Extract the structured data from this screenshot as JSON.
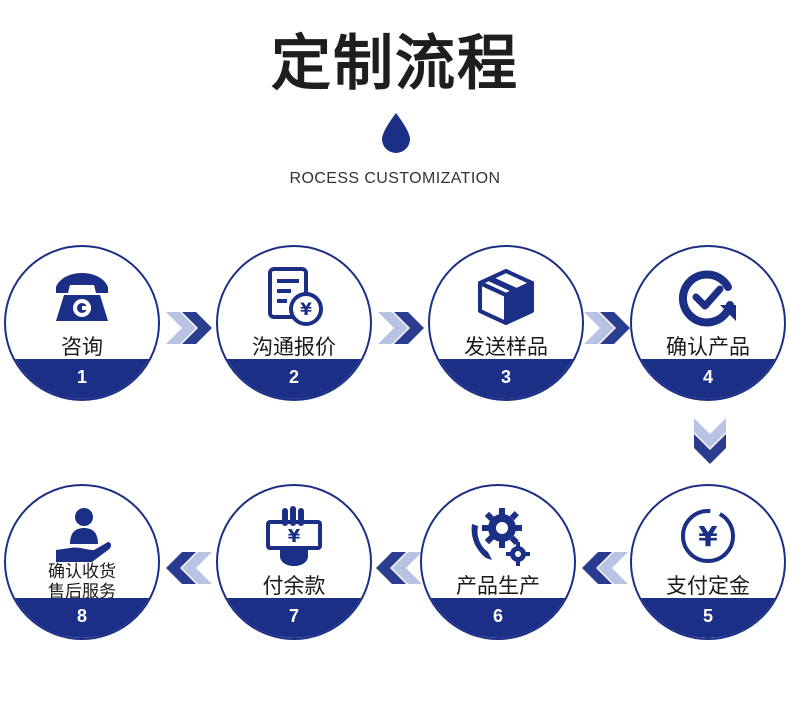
{
  "page": {
    "title": "定制流程",
    "subtitle": "ROCESS CUSTOMIZATION"
  },
  "colors": {
    "primary": "#1c2f86",
    "arrow_dark": "#2a3d8f",
    "arrow_light": "#b9c3e4",
    "text": "#1a1a1a"
  },
  "steps": [
    {
      "number": "1",
      "label": "咨询",
      "icon": "telephone-icon"
    },
    {
      "number": "2",
      "label": "沟通报价",
      "icon": "quote-document-icon"
    },
    {
      "number": "3",
      "label": "发送样品",
      "icon": "package-box-icon"
    },
    {
      "number": "4",
      "label": "确认产品",
      "icon": "check-refresh-icon"
    },
    {
      "number": "5",
      "label": "支付定金",
      "icon": "yuan-coin-icon"
    },
    {
      "number": "6",
      "label": "产品生产",
      "icon": "gears-icon"
    },
    {
      "number": "7",
      "label": "付余款",
      "icon": "hand-money-icon"
    },
    {
      "number": "8",
      "label_line1": "确认收货",
      "label_line2": "售后服务",
      "icon": "receive-goods-icon"
    }
  ]
}
